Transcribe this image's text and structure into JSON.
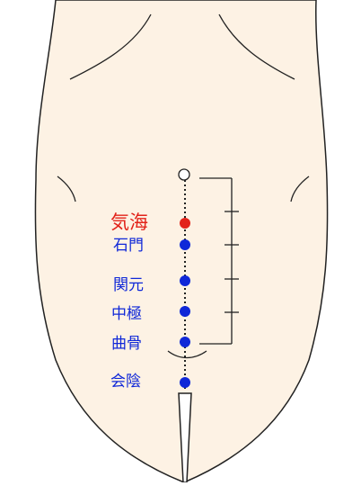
{
  "figure": {
    "outline_color": "#222222",
    "skin_color": "#fdf2e4",
    "highlight_color": "#e2231a",
    "point_color": "#1028d8",
    "navel_label": "",
    "points": [
      {
        "name": "気海",
        "highlight": true
      },
      {
        "name": "石門",
        "highlight": false
      },
      {
        "name": "関元",
        "highlight": false
      },
      {
        "name": "中極",
        "highlight": false
      },
      {
        "name": "曲骨",
        "highlight": false
      },
      {
        "name": "会陰",
        "highlight": false
      }
    ]
  }
}
